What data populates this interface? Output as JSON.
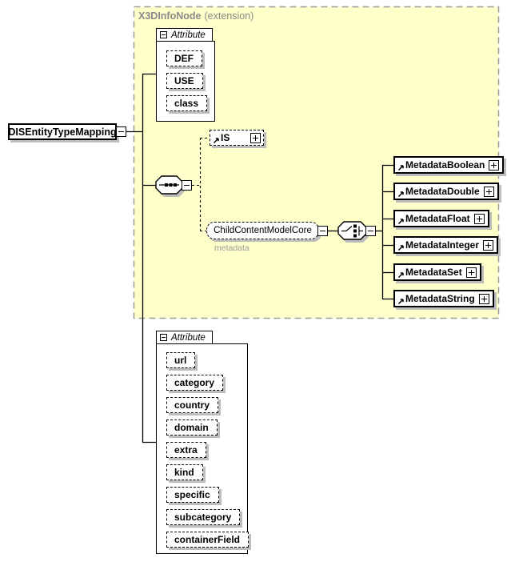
{
  "root_element": {
    "label": "DISEntityTypeMapping"
  },
  "extension_block": {
    "name": "X3DInfoNode",
    "qualifier": "(extension)"
  },
  "core_attributes": {
    "group_label": "Attribute",
    "items": [
      {
        "label": "DEF"
      },
      {
        "label": "USE"
      },
      {
        "label": "class"
      }
    ]
  },
  "is_element": {
    "label": "IS"
  },
  "content_model": {
    "label": "ChildContentModelCore",
    "annotation": "metadata"
  },
  "metadata_elements": {
    "items": [
      {
        "label": "MetadataBoolean"
      },
      {
        "label": "MetadataDouble"
      },
      {
        "label": "MetadataFloat"
      },
      {
        "label": "MetadataInteger"
      },
      {
        "label": "MetadataSet"
      },
      {
        "label": "MetadataString"
      }
    ]
  },
  "local_attributes": {
    "group_label": "Attribute",
    "items": [
      {
        "label": "url"
      },
      {
        "label": "category"
      },
      {
        "label": "country"
      },
      {
        "label": "domain"
      },
      {
        "label": "extra"
      },
      {
        "label": "kind"
      },
      {
        "label": "specific"
      },
      {
        "label": "subcategory"
      },
      {
        "label": "containerField"
      }
    ]
  },
  "icons": {
    "sequence": "sequence-indicator",
    "choice": "choice-indicator",
    "collapse": "minus-box",
    "expand": "plus-box",
    "reference": "ne-arrow"
  },
  "colors": {
    "extension_fill": "#FFFFC9",
    "extension_border": "#9B9B9B",
    "box_shadow": "#BDBDBD",
    "muted_text": "#8A8A8A"
  }
}
